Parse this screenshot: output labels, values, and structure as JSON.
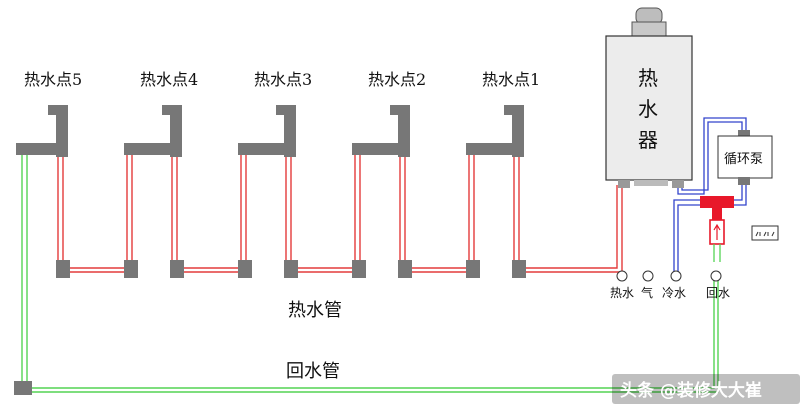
{
  "hot_points": [
    "热水点5",
    "热水点4",
    "热水点3",
    "热水点2",
    "热水点1"
  ],
  "heater_label": [
    "热",
    "水",
    "器"
  ],
  "pump_label": "循环泵",
  "ports": {
    "hot": "热水",
    "gas": "气",
    "cold": "冷水",
    "return": "回水"
  },
  "pipes": {
    "hot_pipe": "热水管",
    "return_pipe": "回水管"
  },
  "watermark": "头条 @装修大大崔",
  "colors": {
    "hot_pipe": "#e33b3b",
    "return_pipe": "#54d454",
    "cold_pipe": "#3344cc",
    "fitting": "#777777",
    "tee": "#e8182a"
  }
}
